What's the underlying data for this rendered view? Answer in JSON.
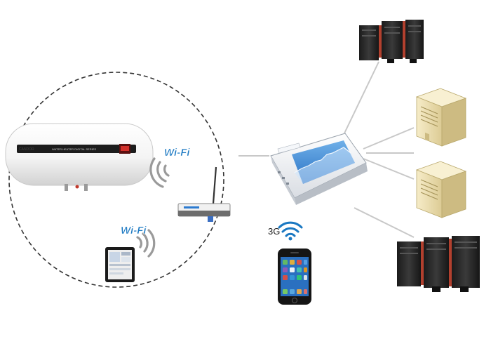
{
  "labels": {
    "wifi_heater": "Wi-Fi",
    "wifi_tablet": "Wi-Fi",
    "cellular": "3G"
  },
  "devices": {
    "water_heater": {
      "brand": "CANDOR",
      "model": "WATER HEATER DIGITAL SERIES"
    },
    "gateway": {
      "brand": ""
    }
  },
  "colors": {
    "wifi_text": "#1a78c2",
    "wifi_waves": "#9a9a9a",
    "cellular_waves": "#1a78c2",
    "connector_lines": "#c8c8c8",
    "dashed_circle": "#333333",
    "rack_body": "#2a2a2a",
    "rack_accent": "#b2402e",
    "tower_body": "#efe2b8"
  },
  "icons": [
    "water-heater-icon",
    "router-icon",
    "tablet-icon",
    "gateway-device-icon",
    "smartphone-icon",
    "server-rack-icon",
    "tower-server-icon",
    "wifi-waves-icon",
    "cellular-waves-icon"
  ]
}
